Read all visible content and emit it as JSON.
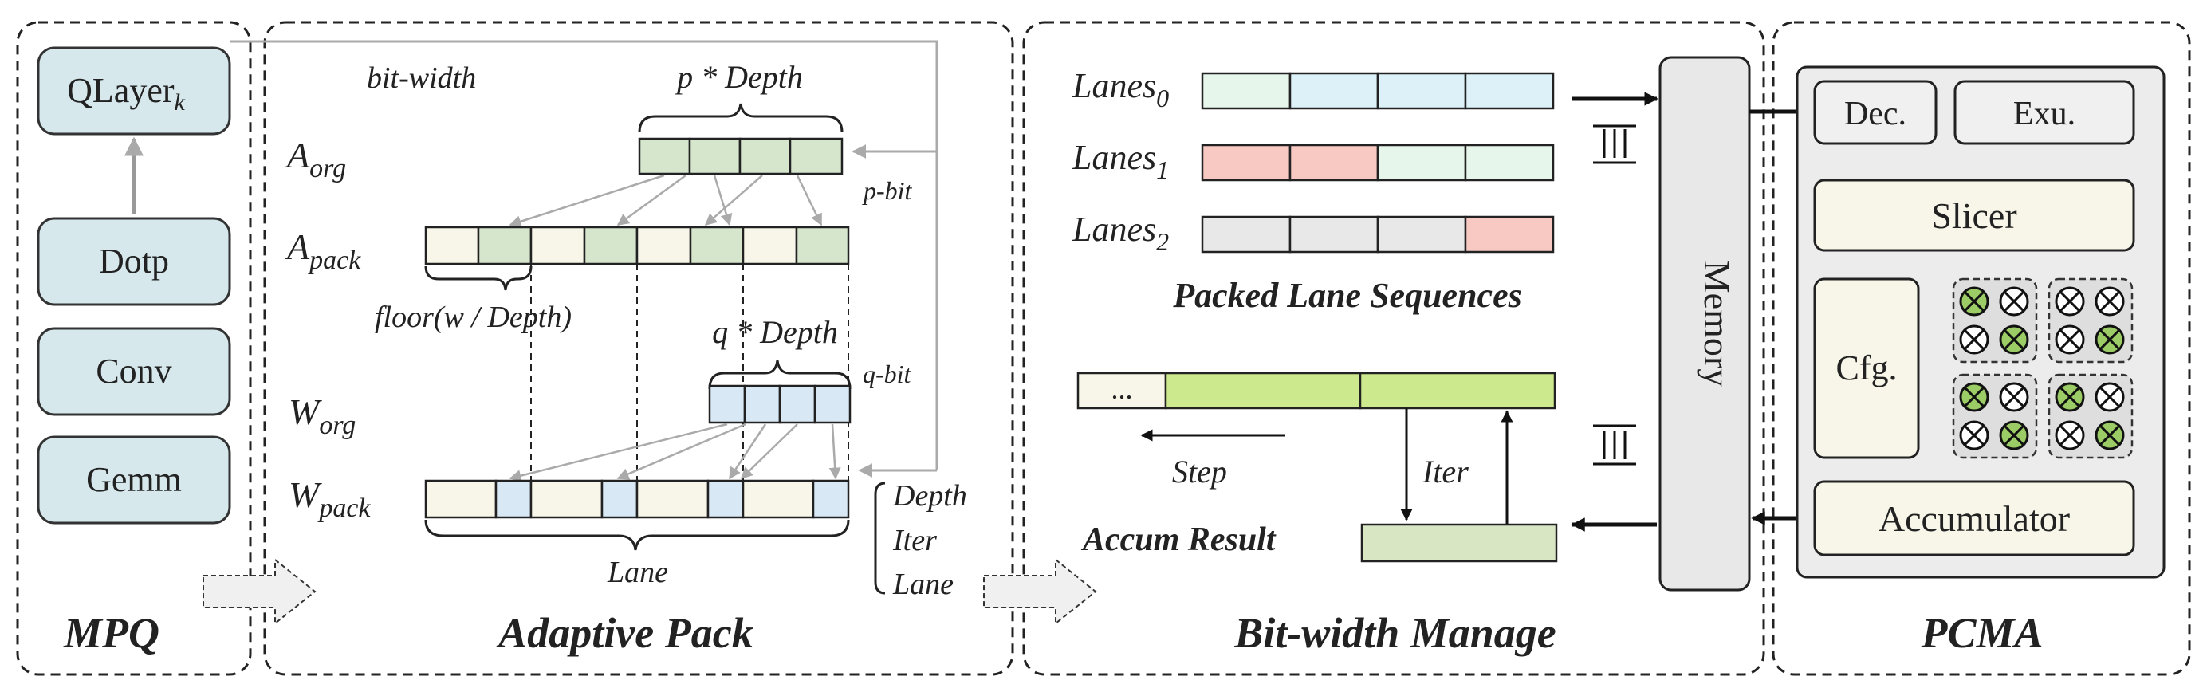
{
  "panels": {
    "mpq": "MPQ",
    "adaptive_pack": "Adaptive Pack",
    "bit_width_manage": "Bit-width Manage",
    "pcma": "PCMA"
  },
  "mpq": {
    "qlayer_base": "QLayer",
    "qlayer_sub": "k",
    "ops": [
      "Dotp",
      "Conv",
      "Gemm"
    ]
  },
  "adaptive_pack": {
    "bit_width": "bit-width",
    "p_depth": "p * Depth",
    "q_depth": "q * Depth",
    "p_bit": "p-bit",
    "q_bit": "q-bit",
    "a_org": {
      "base": "A",
      "sub": "org"
    },
    "a_pack": {
      "base": "A",
      "sub": "pack"
    },
    "w_org": {
      "base": "W",
      "sub": "org"
    },
    "w_pack": {
      "base": "W",
      "sub": "pack"
    },
    "floor": "floor(w / Depth)",
    "lane": "Lane",
    "legend": [
      "Depth",
      "Iter",
      "Lane"
    ]
  },
  "bit_width_manage": {
    "lanes": [
      {
        "base": "Lanes",
        "sub": "0"
      },
      {
        "base": "Lanes",
        "sub": "1"
      },
      {
        "base": "Lanes",
        "sub": "2"
      }
    ],
    "packed_title": "Packed Lane Sequences",
    "ellipsis": "...",
    "step": "Step",
    "iter": "Iter",
    "accum_result": "Accum Result"
  },
  "pcma": {
    "memory": "Memory",
    "dec": "Dec.",
    "exu": "Exu.",
    "slicer": "Slicer",
    "cfg": "Cfg.",
    "accumulator": "Accumulator"
  },
  "colors": {
    "mpq_box": "#d6e8ec",
    "cream": "#f8f6e8",
    "green": "#d5e6cd",
    "blue": "#d8e8f5",
    "cyan": "#dcf2f8",
    "pink": "#f8c9c3",
    "mint": "#e6f6ea",
    "gray": "#e8e8e8",
    "lime": "#cde98d",
    "accum": "#d8e6c4",
    "mac_on": "#9ccc65"
  }
}
